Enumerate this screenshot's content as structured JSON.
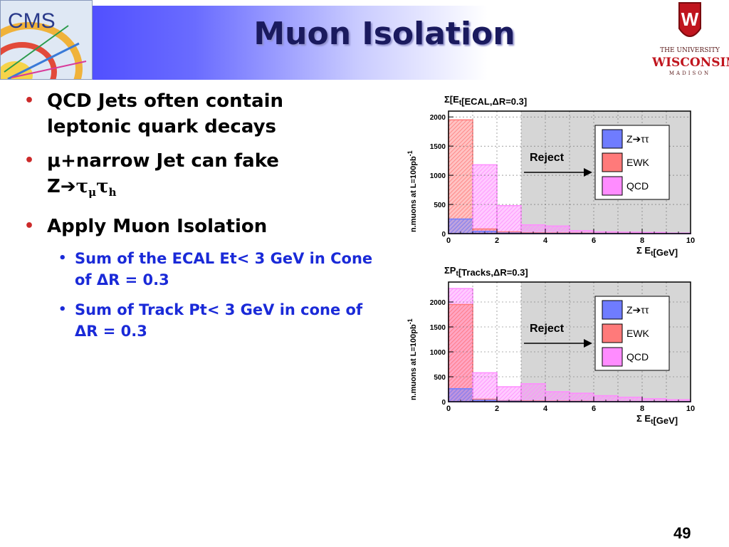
{
  "slide": {
    "title": "Muon Isolation",
    "page_number": "49"
  },
  "logos": {
    "cms_text": "CMS",
    "uw_line1": "THE UNIVERSITY",
    "uw_line2": "WISCONSIN",
    "uw_line3": "MADISON"
  },
  "bullets": {
    "b1": "QCD Jets often contain leptonic quark decays",
    "b2_prefix": "μ+narrow Jet can fake Z",
    "b2_arrow": "➔",
    "b2_tau1": "τ",
    "b2_sub1": "μ",
    "b2_tau2": "τ",
    "b2_sub2": "h",
    "b3": "Apply Muon Isolation",
    "b3_sub1": "Sum of the ECAL Et< 3 GeV in Cone of ΔR = 0.3",
    "b3_sub2": "Sum of Track Pt< 3 GeV in cone of ΔR = 0.3"
  },
  "chart_data": [
    {
      "type": "bar",
      "title": "Σ[E_t[ECAL,ΔR=0.3]",
      "xlabel": "Σ E_t[GeV]",
      "ylabel": "n.muons at L=100pb^-1",
      "xlim": [
        0,
        10
      ],
      "ylim": [
        0,
        2100
      ],
      "xticks": [
        0,
        2,
        4,
        6,
        8,
        10
      ],
      "yticks": [
        0,
        500,
        1000,
        1500,
        2000
      ],
      "bin_edges": [
        0,
        1,
        2,
        3,
        4,
        5,
        6,
        7,
        8,
        9,
        10
      ],
      "reject_region_from": 3,
      "annotation": "Reject",
      "legend_placement": "right",
      "series": [
        {
          "name": "Z➔ττ",
          "color": "#6f7cff",
          "values": [
            250,
            40,
            10,
            5,
            3,
            2,
            2,
            1,
            1,
            1
          ]
        },
        {
          "name": "EWK",
          "color": "#ff7a7a",
          "values": [
            1950,
            80,
            30,
            15,
            10,
            8,
            5,
            4,
            3,
            2
          ]
        },
        {
          "name": "QCD",
          "color": "#ff8cff",
          "values": [
            0,
            1180,
            480,
            150,
            130,
            50,
            30,
            25,
            20,
            10
          ]
        }
      ]
    },
    {
      "type": "bar",
      "title": "ΣP_t[Tracks,ΔR=0.3]",
      "xlabel": "Σ E_t[GeV]",
      "ylabel": "n.muons at L=100pb^-1",
      "xlim": [
        0,
        10
      ],
      "ylim": [
        0,
        2400
      ],
      "xticks": [
        0,
        2,
        4,
        6,
        8,
        10
      ],
      "yticks": [
        0,
        500,
        1000,
        1500,
        2000
      ],
      "bin_edges": [
        0,
        1,
        2,
        3,
        4,
        5,
        6,
        7,
        8,
        9,
        10
      ],
      "reject_region_from": 3,
      "annotation": "Reject",
      "legend_placement": "right",
      "series": [
        {
          "name": "Z➔ττ",
          "color": "#6f7cff",
          "values": [
            260,
            30,
            10,
            5,
            3,
            2,
            2,
            1,
            1,
            1
          ]
        },
        {
          "name": "EWK",
          "color": "#ff7a7a",
          "values": [
            1950,
            50,
            20,
            15,
            10,
            8,
            5,
            4,
            3,
            2
          ]
        },
        {
          "name": "QCD",
          "color": "#ff8cff",
          "values": [
            2270,
            580,
            300,
            360,
            200,
            170,
            120,
            90,
            60,
            40
          ]
        }
      ]
    }
  ]
}
